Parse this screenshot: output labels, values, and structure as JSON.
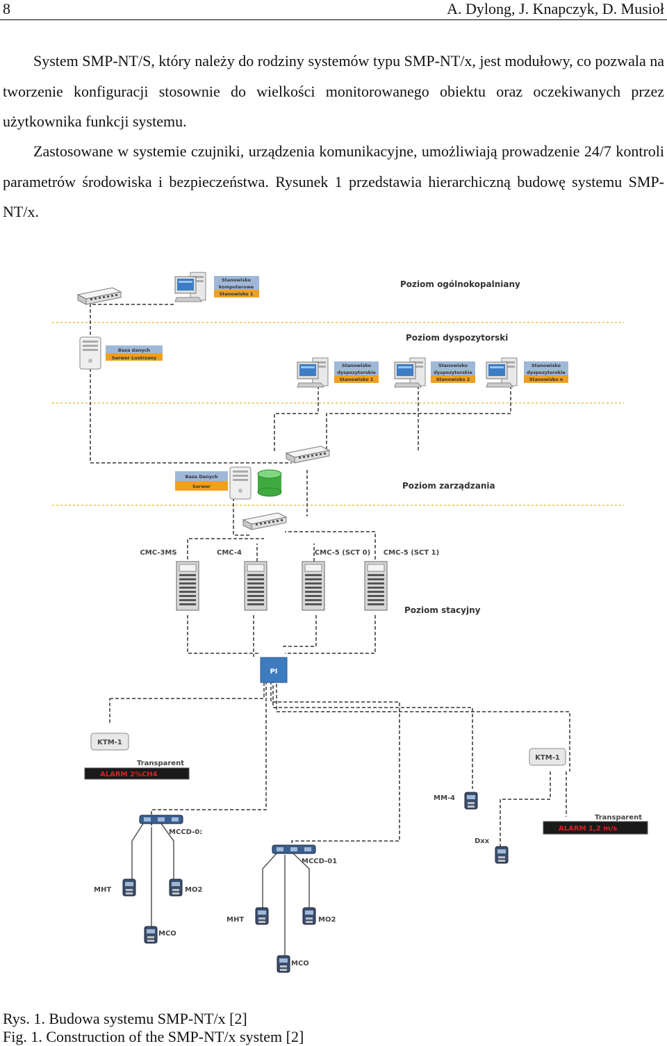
{
  "header": {
    "page_number": "8",
    "authors": "A. Dylong, J. Knapczyk, D. Musioł"
  },
  "body": {
    "paragraph1": "System SMP-NT/S, który należy do rodziny systemów typu SMP-NT/x, jest modułowy, co pozwala na tworzenie konfiguracji stosownie do wielkości monitorowanego obiektu oraz oczekiwanych przez użytkownika funkcji systemu.",
    "paragraph2": "Zastosowane w systemie czujniki, urządzenia komunikacyjne, umożliwiają prowadzenie 24/7 kontroli parametrów środowiska i bezpieczeństwa. Rysunek 1 przedstawia hierarchiczną budowę systemu SMP-NT/x."
  },
  "figure": {
    "levels": {
      "mine": "Poziom ogólnokopalniany",
      "dispatch": "Poziom dyspozytorski",
      "management": "Poziom zarządzania",
      "station": "Poziom stacyjny"
    },
    "workstation": {
      "line1": "Stanowisko",
      "line2": "komputerowe",
      "line3": "Stanowisko 1"
    },
    "mirror_db": {
      "line1": "Baza danych",
      "line2": "Serwer Lustrzany"
    },
    "dispatch_stations": [
      {
        "line1": "Stanowisko",
        "line2": "dyspozytorskie",
        "line3": "Stanowisko 1"
      },
      {
        "line1": "Stanowisko",
        "line2": "dyspozytorskie",
        "line3": "Stanowisko 2"
      },
      {
        "line1": "Stanowisko",
        "line2": "dyspozytorskie",
        "line3": "Stanowisko n"
      }
    ],
    "db_server": {
      "line1": "Baza Danych",
      "line2": "Serwer"
    },
    "cmc_units": [
      "CMC-3MS",
      "CMC-4",
      "CMC-5 (SCT 0)",
      "CMC-5 (SCT 1)"
    ],
    "pi": "PI",
    "ktm_left": "KTM-1",
    "ktm_right": "KTM-1",
    "transparent_left": "Transparent",
    "transparent_right": "Transparent",
    "alarm_left": "ALARM 2%CH4",
    "alarm_right": "ALARM 1,2 m/s",
    "mccd_left": "MCCD-0:",
    "mccd_mid": "MCCD-01",
    "mm4": "MM-4",
    "dxx": "Dxx",
    "sensors_left": {
      "mht": "MHT",
      "mo2": "MO2",
      "mco": "MCO"
    },
    "sensors_mid": {
      "mht": "MHT",
      "mo2": "MO2",
      "mco": "MCO"
    }
  },
  "captions": {
    "pl": "Rys. 1. Budowa systemu SMP-NT/x [2]",
    "en": "Fig. 1. Construction of the SMP-NT/x system [2]"
  },
  "colors": {
    "level_line": "#f0d070",
    "label_blue": "#9fb8d8",
    "label_orange": "#f0a020",
    "alarm_red": "#e02020",
    "pi_blue": "#3e7bbf"
  }
}
